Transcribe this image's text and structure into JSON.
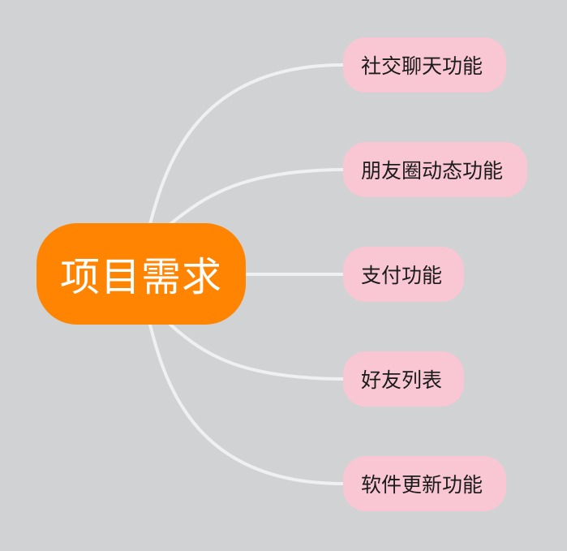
{
  "mindmap": {
    "root": {
      "label": "项目需求",
      "color": "#ff8401"
    },
    "branches": [
      {
        "label": "社交聊天功能"
      },
      {
        "label": "朋友圈动态功能"
      },
      {
        "label": "支付功能"
      },
      {
        "label": "好友列表"
      },
      {
        "label": "软件更新功能"
      }
    ],
    "colors": {
      "background": "#d1d2d4",
      "branch_fill": "#f9c7d3",
      "connector": "#eef0f2"
    }
  }
}
